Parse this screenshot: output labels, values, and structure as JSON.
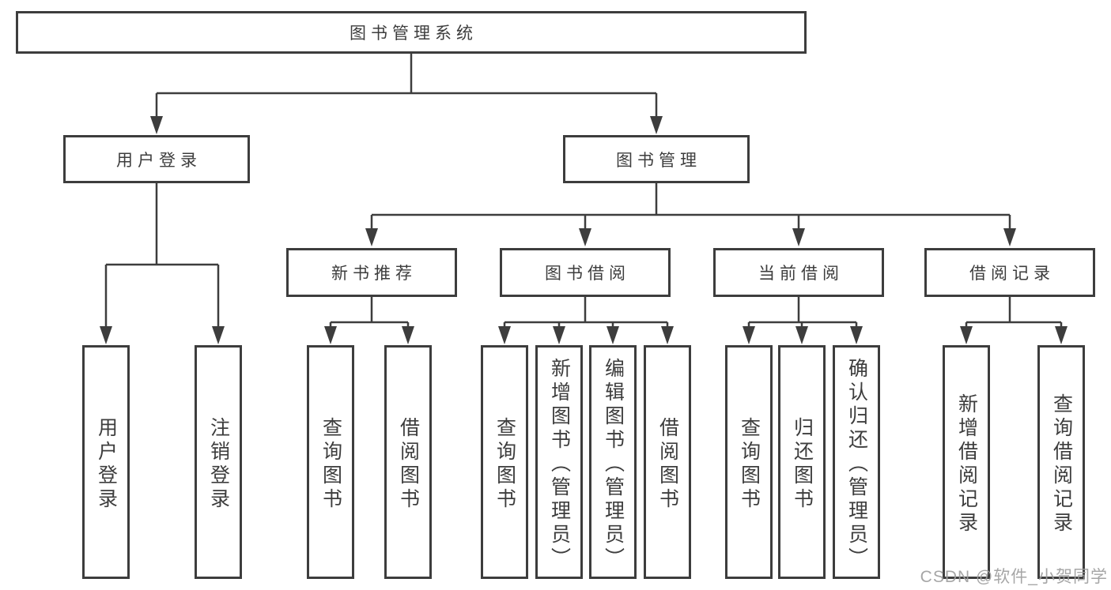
{
  "colors": {
    "line": "#3d3d3d",
    "box_border": "#3d3d3d",
    "text": "#3d3d3d",
    "background": "#ffffff",
    "watermark": "#9e9e9e"
  },
  "watermark": {
    "text": "CSDN @软件_小贺同学"
  },
  "tree": {
    "root": {
      "label": "图书管理系统",
      "children": [
        {
          "label": "用户登录",
          "children": [
            {
              "label": "用户登录"
            },
            {
              "label": "注销登录"
            }
          ]
        },
        {
          "label": "图书管理",
          "children": [
            {
              "label": "新书推荐",
              "children": [
                {
                  "label": "查询图书"
                },
                {
                  "label": "借阅图书"
                }
              ]
            },
            {
              "label": "图书借阅",
              "children": [
                {
                  "label": "查询图书"
                },
                {
                  "label": "新增图书（管理员）"
                },
                {
                  "label": "编辑图书（管理员）"
                },
                {
                  "label": "借阅图书"
                }
              ]
            },
            {
              "label": "当前借阅",
              "children": [
                {
                  "label": "查询图书"
                },
                {
                  "label": "归还图书"
                },
                {
                  "label": "确认归还（管理员）"
                }
              ]
            },
            {
              "label": "借阅记录",
              "children": [
                {
                  "label": "新增借阅记录"
                },
                {
                  "label": "查询借阅记录"
                }
              ]
            }
          ]
        }
      ]
    }
  }
}
